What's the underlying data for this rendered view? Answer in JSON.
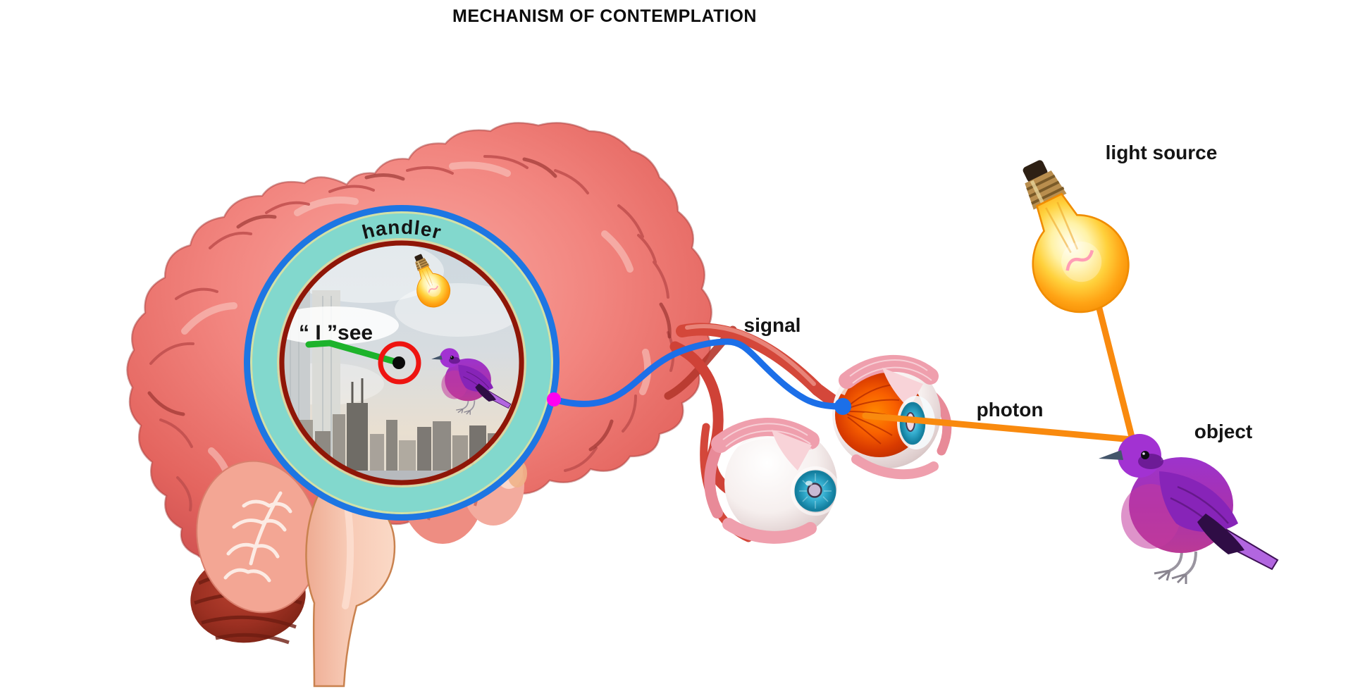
{
  "title": "MECHANISM OF CONTEMPLATION",
  "labels": {
    "handler": "handler",
    "inner_voice": "“ I ”see",
    "signal": "signal",
    "photon": "photon",
    "object": "object",
    "light_source": "light source"
  },
  "colors": {
    "signal_line": "#1c6fe8",
    "photon_line": "#f98a0e",
    "gaze_line": "#1db32b",
    "focus_ring": "#ee1411",
    "junction_dot": "#ff00f0",
    "signal_endpoint_dot": "#1c6fe8",
    "lens_band": "#82d8cd",
    "lens_outer_ring": "#1d76e3",
    "lens_inner_ring": "#8e1607",
    "lens_accent_ring": "#cfe3a8",
    "brain_pink": "#f0807b",
    "bird_purple": "#9c33cb",
    "bulb_glow": "#ffd13c"
  }
}
